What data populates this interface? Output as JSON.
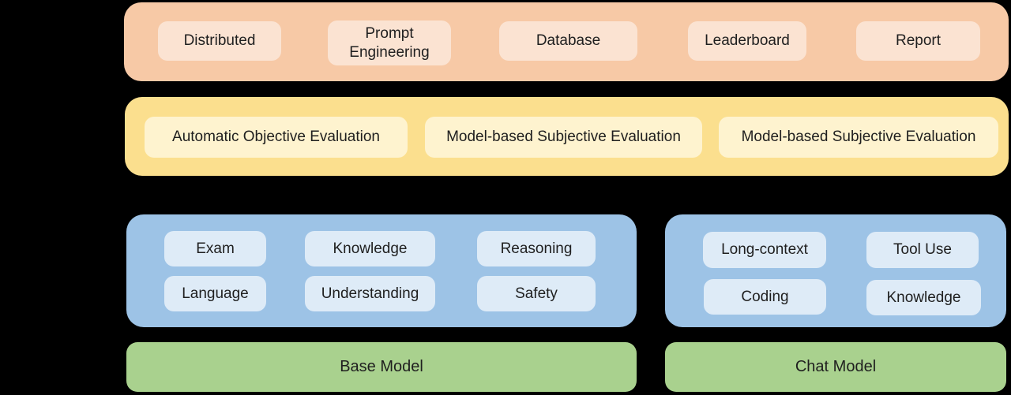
{
  "diagram": {
    "background_color": "#000000",
    "text_color": "#1f1f1f"
  },
  "layers": {
    "interface": {
      "banner_color": "#F7C9A6",
      "item_color": "#FBE3D2",
      "items": [
        "Distributed",
        "Prompt Engineering",
        "Database",
        "Leaderboard",
        "Report"
      ]
    },
    "evaluation": {
      "banner_color": "#FBDF8E",
      "item_color": "#FEF3CF",
      "items": [
        "Automatic Objective Evaluation",
        "Model-based Subjective Evaluation",
        "Model-based Subjective Evaluation"
      ]
    },
    "base_benchmarks": {
      "banner_color": "#9DC3E6",
      "item_color": "#DEEBF7",
      "items": [
        "Exam",
        "Knowledge",
        "Reasoning",
        "Language",
        "Understanding",
        "Safety"
      ]
    },
    "chat_benchmarks": {
      "banner_color": "#9DC3E6",
      "item_color": "#DEEBF7",
      "items": [
        "Long-context",
        "Tool Use",
        "Coding",
        "Knowledge"
      ]
    },
    "models": {
      "banner_color": "#A9D18E",
      "items": [
        "Base Model",
        "Chat Model"
      ]
    }
  }
}
